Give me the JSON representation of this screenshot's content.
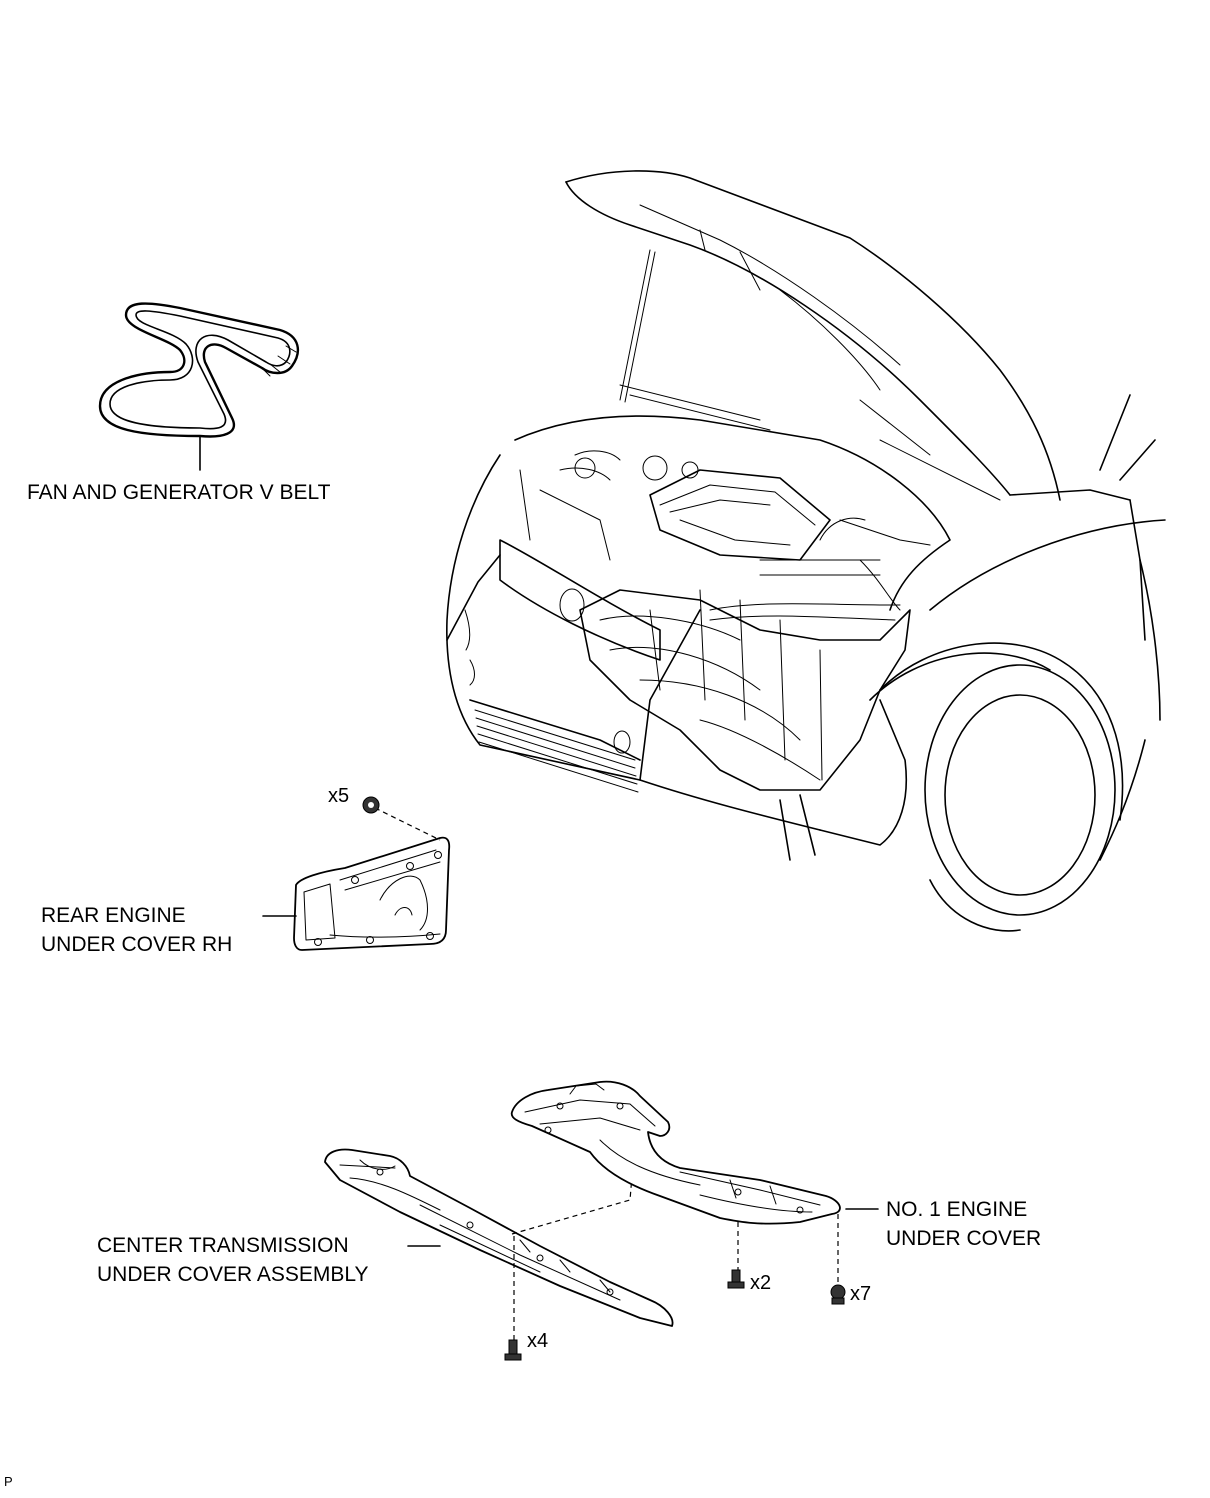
{
  "labels": {
    "fan_belt": "FAN AND GENERATOR V BELT",
    "rear_cover_line1": "REAR ENGINE",
    "rear_cover_line2": "UNDER COVER RH",
    "center_trans_line1": "CENTER TRANSMISSION",
    "center_trans_line2": "UNDER COVER ASSEMBLY",
    "no1_cover_line1": "NO. 1 ENGINE",
    "no1_cover_line2": "UNDER COVER"
  },
  "quantities": {
    "nut_rear_cover": "x5",
    "bolt_no1_cover": "x2",
    "clip_no1_cover": "x7",
    "bolt_center_trans": "x4"
  },
  "corner_mark": "P",
  "icons": [
    "nut-icon",
    "bolt-icon",
    "clip-icon"
  ],
  "colors": {
    "line": "#000000",
    "background": "#ffffff"
  }
}
